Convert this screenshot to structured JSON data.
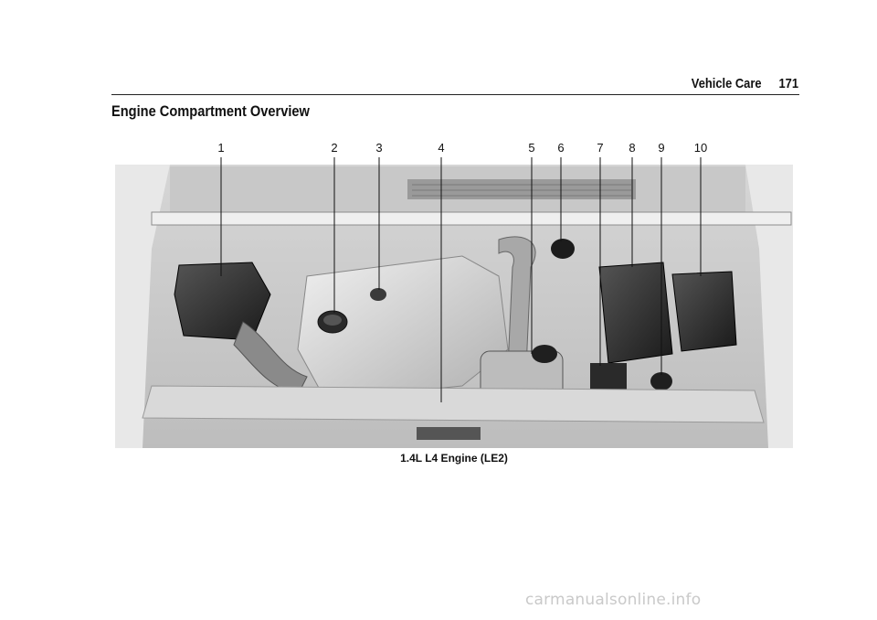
{
  "header": {
    "section": "Vehicle Care",
    "page_number": "171"
  },
  "title": "Engine Compartment Overview",
  "figure": {
    "callouts": [
      "1",
      "2",
      "3",
      "4",
      "5",
      "6",
      "7",
      "8",
      "9",
      "10"
    ],
    "caption": "1.4L L4 Engine (LE2)"
  },
  "watermark": "carmanualsonline.info"
}
